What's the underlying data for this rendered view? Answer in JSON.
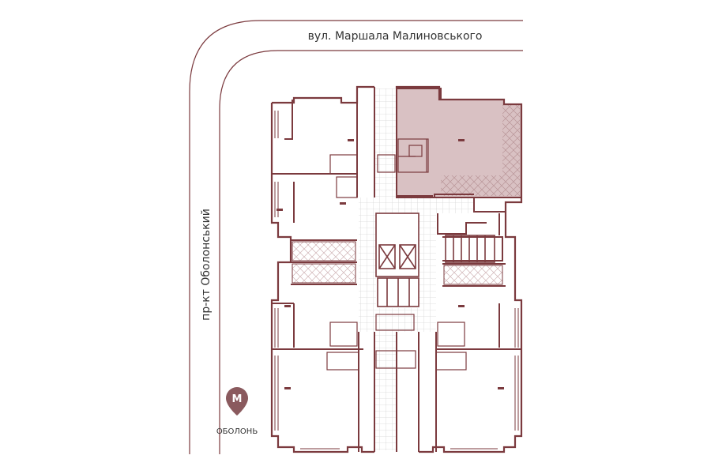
{
  "streets": {
    "top": "вул. Маршала Малиновського",
    "left": "пр-кт Оболонський"
  },
  "metro": {
    "letter": "М",
    "station": "ОБОЛОНЬ"
  },
  "colors": {
    "wall": "#7b3a3e",
    "road": "#7b3a3e",
    "selected_unit": "#d9c1c3",
    "hatch": "#cfb3b5",
    "grid_floor": "#d6d6d6",
    "marker": "#8a5a5e"
  },
  "selected_unit": "top-right-unit"
}
